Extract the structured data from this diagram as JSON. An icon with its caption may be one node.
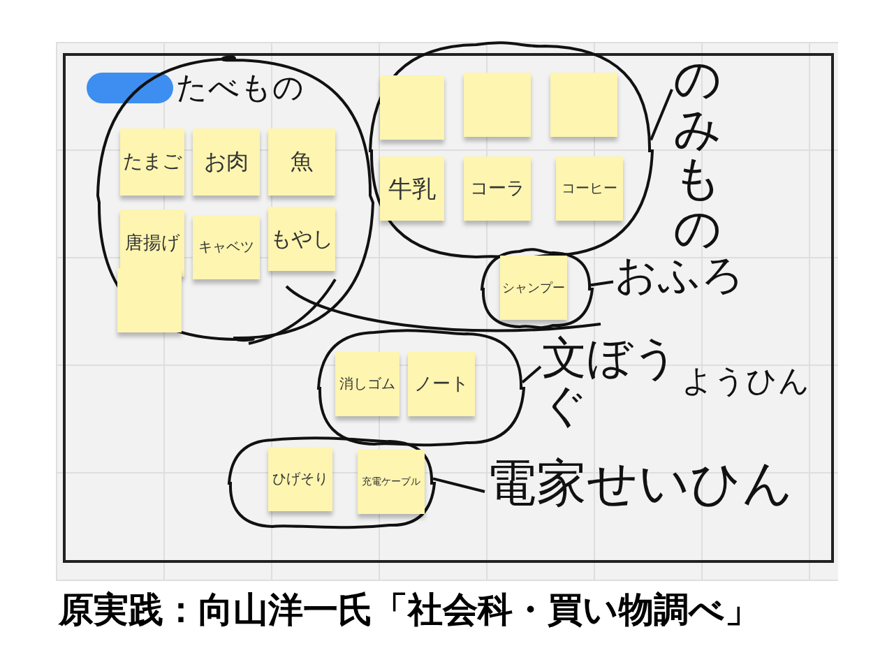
{
  "diagram": {
    "caption": "原実践：向山洋一氏「社会科・買い物調べ」",
    "nodes": [
      {
        "text": [
          "たべもの"
        ]
      },
      {
        "text": [
          "たまご"
        ],
        "in": 0
      },
      {
        "text": [
          "お肉"
        ],
        "in": 0
      },
      {
        "text": [
          "魚"
        ],
        "in": 0
      },
      {
        "text": [
          "唐揚げ"
        ],
        "in": 0
      },
      {
        "text": [
          "キャベツ"
        ],
        "in": 0
      },
      {
        "text": [
          "もやし"
        ],
        "in": 0
      },
      {
        "text": [],
        "shape": "box",
        "in": 0
      },
      {
        "text": [],
        "shape": "oval"
      },
      {
        "text": [],
        "shape": "box",
        "in": 8
      },
      {
        "text": [],
        "shape": "box",
        "in": 8
      },
      {
        "text": [],
        "shape": "box",
        "in": 8
      },
      {
        "text": [
          "牛乳"
        ],
        "in": 8
      },
      {
        "text": [
          "コーラ"
        ],
        "in": 8
      },
      {
        "text": [
          "コーヒー"
        ],
        "in": 8
      },
      {
        "text": [
          "のみもの"
        ]
      },
      {
        "text": [],
        "shape": "oval"
      },
      {
        "text": [
          "シャンプー"
        ],
        "in": 16
      },
      {
        "text": [
          "おふろ"
        ]
      },
      {
        "text": [],
        "shape": "oval"
      },
      {
        "text": [
          "消しゴム"
        ],
        "in": 19
      },
      {
        "text": [
          "ノート"
        ],
        "in": 19
      },
      {
        "text": [
          "文ぼうぐ"
        ]
      },
      {
        "text": [],
        "shape": "oval"
      },
      {
        "text": [
          "ひげそり"
        ],
        "in": 23
      },
      {
        "text": [
          "充電ケーブル"
        ],
        "in": 23
      },
      {
        "text": [
          "電家せいひん"
        ]
      }
    ],
    "edges": [
      {
        "from": 8,
        "to": 15,
        "arrow": "none"
      },
      {
        "from": 16,
        "to": 18,
        "arrow": "none"
      },
      {
        "from": 19,
        "to": 22,
        "arrow": "none"
      },
      {
        "from": 23,
        "to": 26,
        "arrow": "none"
      }
    ],
    "labels": [
      "ようひん"
    ]
  }
}
